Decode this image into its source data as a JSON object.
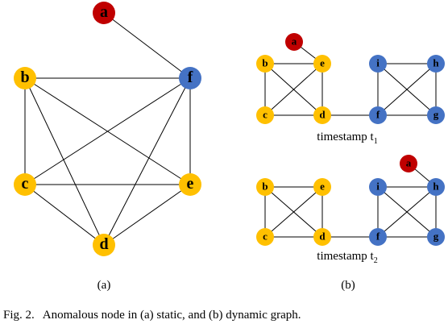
{
  "colors": {
    "anomalous": "#c00000",
    "community_a": "#ffc000",
    "community_b": "#4472c4",
    "edge": "#000000"
  },
  "static_graph": {
    "subfigure_label": "(a)",
    "nodes": [
      "a",
      "b",
      "c",
      "d",
      "e",
      "f"
    ],
    "anomalous_node": "a",
    "edges": [
      [
        "a",
        "f"
      ],
      [
        "b",
        "f"
      ],
      [
        "b",
        "c"
      ],
      [
        "b",
        "d"
      ],
      [
        "b",
        "e"
      ],
      [
        "c",
        "e"
      ],
      [
        "c",
        "d"
      ],
      [
        "c",
        "f"
      ],
      [
        "f",
        "e"
      ],
      [
        "f",
        "d"
      ],
      [
        "d",
        "e"
      ]
    ]
  },
  "dynamic_graph": {
    "subfigure_label": "(b)",
    "snapshots": [
      {
        "timestamp_prefix": "timestamp t",
        "timestamp_subscript": "1",
        "nodes": [
          "a",
          "b",
          "c",
          "d",
          "e",
          "f",
          "g",
          "h",
          "i"
        ],
        "anomalous_node": "a",
        "edges": [
          [
            "a",
            "e"
          ],
          [
            "b",
            "e"
          ],
          [
            "b",
            "c"
          ],
          [
            "b",
            "d"
          ],
          [
            "e",
            "c"
          ],
          [
            "e",
            "d"
          ],
          [
            "c",
            "d"
          ],
          [
            "d",
            "f"
          ],
          [
            "i",
            "h"
          ],
          [
            "i",
            "f"
          ],
          [
            "i",
            "g"
          ],
          [
            "h",
            "f"
          ],
          [
            "h",
            "g"
          ],
          [
            "f",
            "g"
          ]
        ]
      },
      {
        "timestamp_prefix": "timestamp t",
        "timestamp_subscript": "2",
        "nodes": [
          "a",
          "b",
          "c",
          "d",
          "e",
          "f",
          "g",
          "h",
          "i"
        ],
        "anomalous_node": "a",
        "edges": [
          [
            "a",
            "h"
          ],
          [
            "b",
            "e"
          ],
          [
            "b",
            "c"
          ],
          [
            "b",
            "d"
          ],
          [
            "e",
            "c"
          ],
          [
            "e",
            "d"
          ],
          [
            "c",
            "d"
          ],
          [
            "d",
            "f"
          ],
          [
            "i",
            "h"
          ],
          [
            "i",
            "f"
          ],
          [
            "i",
            "g"
          ],
          [
            "h",
            "f"
          ],
          [
            "h",
            "g"
          ],
          [
            "f",
            "g"
          ]
        ]
      }
    ]
  },
  "caption": {
    "prefix": "Fig. 2.",
    "text": "Anomalous node in (a) static, and (b) dynamic graph."
  }
}
